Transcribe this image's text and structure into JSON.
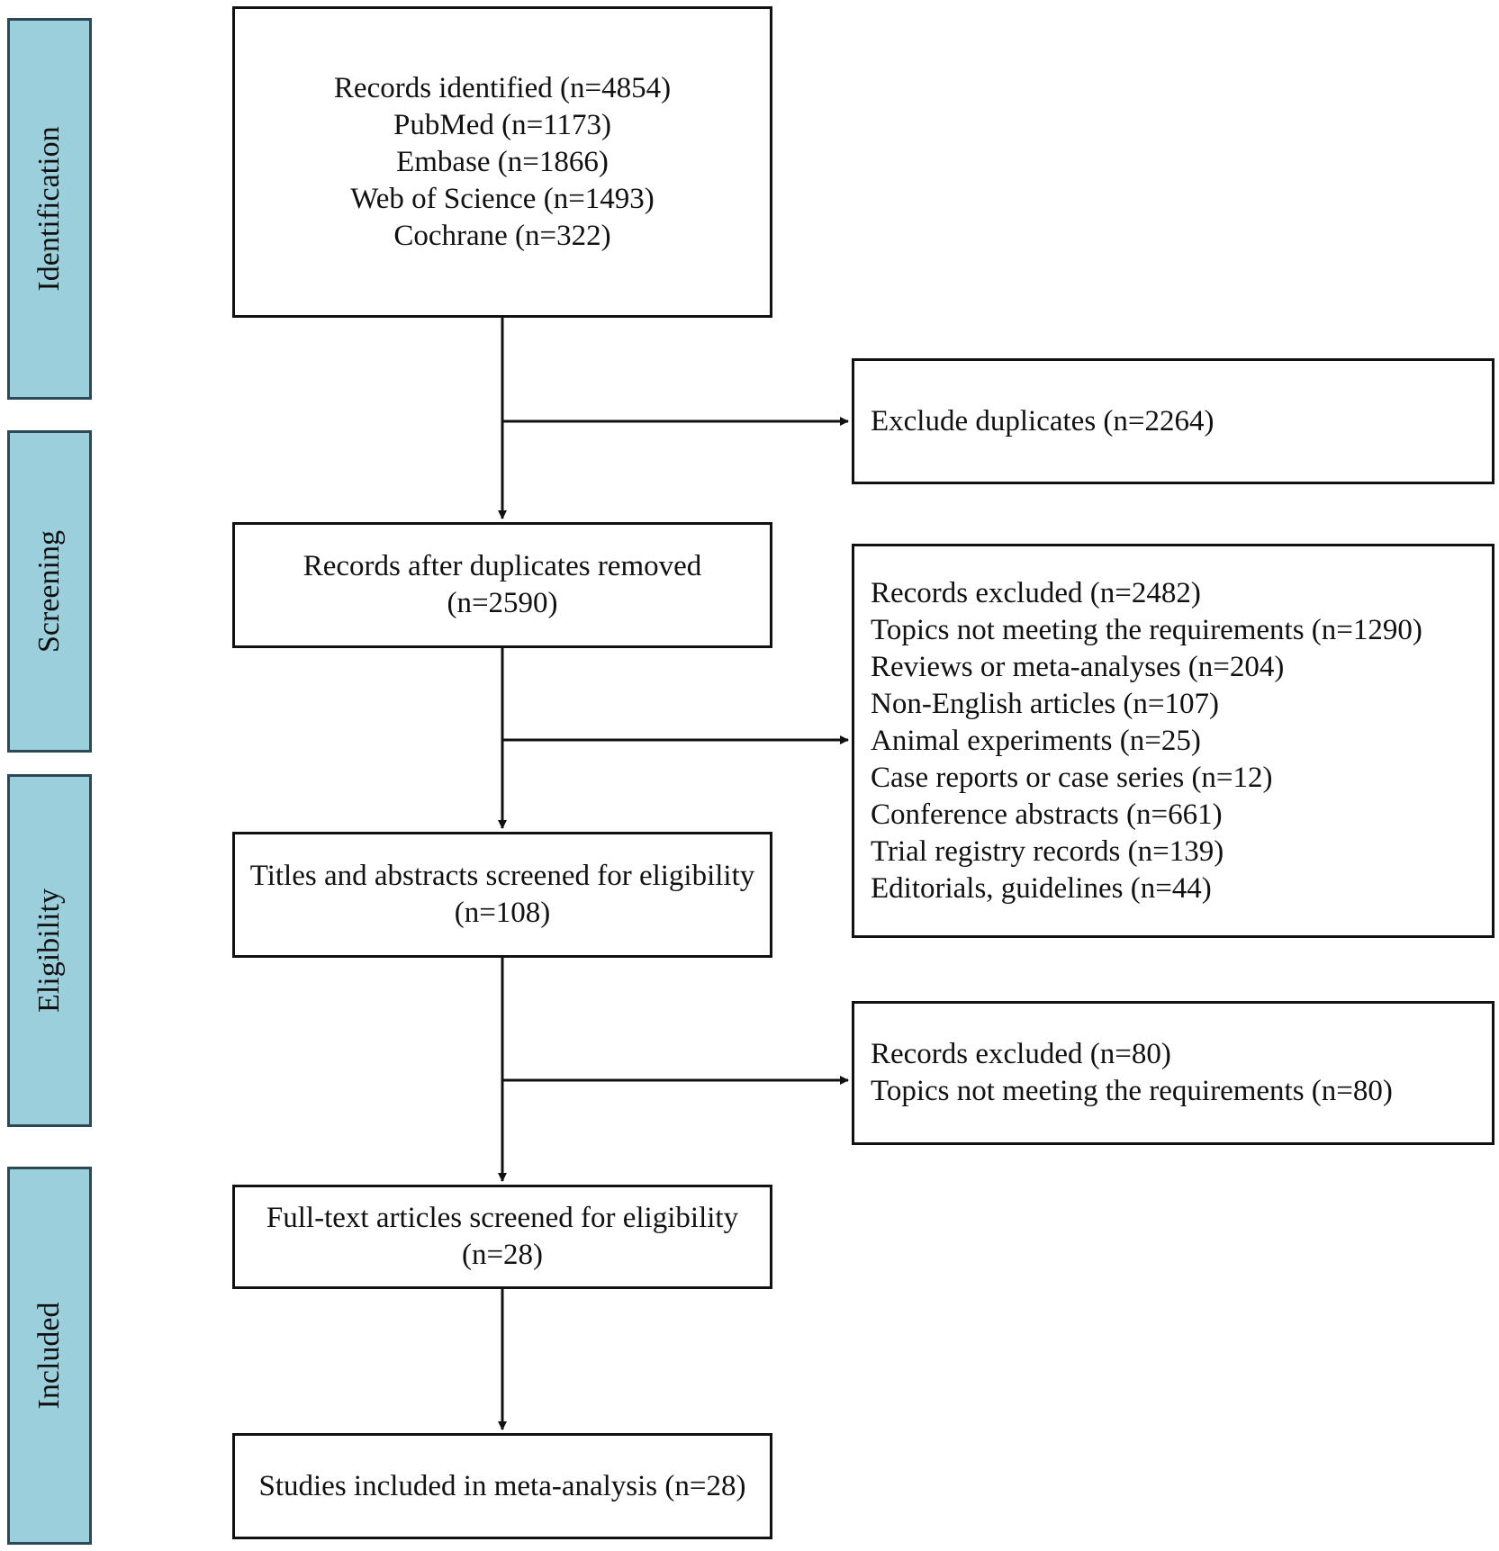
{
  "phases": [
    "Identification",
    "Screening",
    "Eligibility",
    "Included"
  ],
  "main_flow": {
    "identified": [
      "Records identified (n=4854)",
      "PubMed (n=1173)",
      "Embase (n=1866)",
      "Web of Science (n=1493)",
      "Cochrane (n=322)"
    ],
    "after_duplicates": [
      "Records after duplicates removed",
      "(n=2590)"
    ],
    "titles_abstracts": [
      "Titles and abstracts screened for eligibility",
      "(n=108)"
    ],
    "full_text": [
      "Full-text articles screened for eligibility",
      "(n=28)"
    ],
    "included": [
      "Studies included in meta-analysis (n=28)"
    ]
  },
  "exclusions": {
    "duplicates": [
      "Exclude duplicates (n=2264)"
    ],
    "screening": [
      "Records excluded (n=2482)",
      "Topics not meeting the requirements (n=1290)",
      "Reviews or meta-analyses (n=204)",
      "Non-English articles (n=107)",
      "Animal experiments (n=25)",
      "Case reports or case series (n=12)",
      "Conference abstracts (n=661)",
      "Trial registry records (n=139)",
      "Editorials, guidelines (n=44)"
    ],
    "eligibility": [
      "Records excluded (n=80)",
      "Topics not meeting the requirements (n=80)"
    ]
  }
}
